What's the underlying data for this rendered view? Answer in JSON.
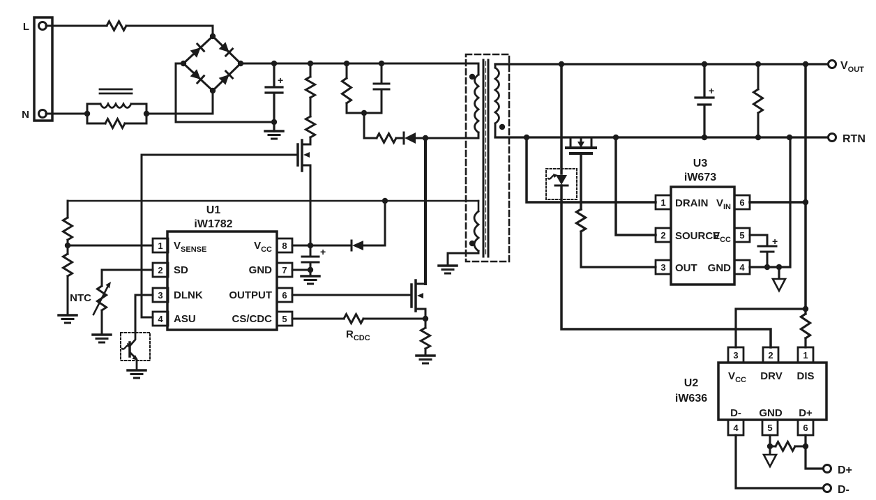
{
  "terminals": {
    "line": "L",
    "neutral": "N",
    "vout_main": "V",
    "vout_sub": "OUT",
    "rtn": "RTN",
    "dplus": "D+",
    "dminus": "D-"
  },
  "misc": {
    "ntc": "NTC",
    "rcdc_main": "R",
    "rcdc_sub": "CDC",
    "plus": "+"
  },
  "u1": {
    "ref": "U1",
    "part": "iW1782",
    "pin1_num": "1",
    "pin1_main": "V",
    "pin1_sub": "SENSE",
    "pin2_num": "2",
    "pin2_label": "SD",
    "pin3_num": "3",
    "pin3_label": "DLNK",
    "pin4_num": "4",
    "pin4_label": "ASU",
    "pin8_num": "8",
    "pin8_main": "V",
    "pin8_sub": "CC",
    "pin7_num": "7",
    "pin7_label": "GND",
    "pin6_num": "6",
    "pin6_label": "OUTPUT",
    "pin5_num": "5",
    "pin5_label": "CS/CDC"
  },
  "u3": {
    "ref": "U3",
    "part": "iW673",
    "pin1_num": "1",
    "pin1_label": "DRAIN",
    "pin2_num": "2",
    "pin2_label": "SOURCE",
    "pin3_num": "3",
    "pin3_label": "OUT",
    "pin6_num": "6",
    "pin6_main": "V",
    "pin6_sub": "IN",
    "pin5_num": "5",
    "pin5_main": "V",
    "pin5_sub": "CC",
    "pin4_num": "4",
    "pin4_label": "GND"
  },
  "u2": {
    "ref": "U2",
    "part": "iW636",
    "pin3_num": "3",
    "pin3_main": "V",
    "pin3_sub": "CC",
    "pin2_num": "2",
    "pin2_label": "DRV",
    "pin1_num": "1",
    "pin1_label": "DIS",
    "pin4_num": "4",
    "pin4_label": "D-",
    "pin5_num": "5",
    "pin5_label": "GND",
    "pin6_num": "6",
    "pin6_label": "D+"
  }
}
